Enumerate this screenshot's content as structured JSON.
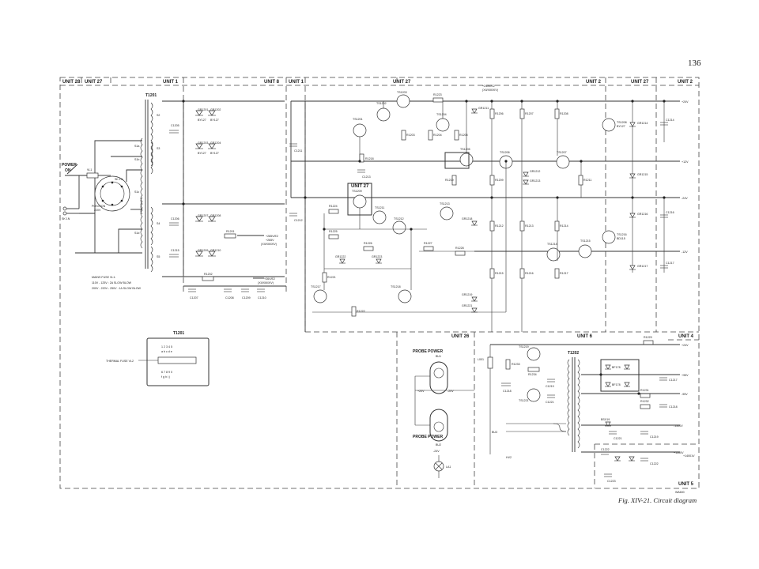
{
  "page_number": "136",
  "caption": "Fig. XIV-21. Circuit diagram",
  "footer_code": "WA600",
  "units": {
    "u28": "UNIT 28",
    "u27a": "UNIT 27",
    "u1a": "UNIT 1",
    "u8": "UNIT 8",
    "u1b": "UNIT 1",
    "u27b": "UNIT 27",
    "u2a": "UNIT 2",
    "u27c": "UNIT 27",
    "u2b": "UNIT 2",
    "u27d": "UNIT 27",
    "u26": "UNIT 26",
    "u6": "UNIT 6",
    "u4": "UNIT 4",
    "u5": "UNIT 5"
  },
  "transformer": {
    "ref": "T1201",
    "windings": [
      "S2",
      "S3",
      "S4",
      "S5",
      "S1a",
      "S1b",
      "S1c",
      "S1d"
    ]
  },
  "power_switch": {
    "label_1": "POWER",
    "label_2": "ON",
    "position_label": "POSITION",
    "position_value": "220V",
    "fuse": "VL1",
    "switch_ref": "SK 1N"
  },
  "mains_fuse": {
    "title": "MAINS FUSE VL1:",
    "line1": "110V - 125V : 2A SLOW BLOW",
    "line2": "200V - 220V - 250V : 1A SLOW BLOW"
  },
  "thermal_fuse": {
    "ref": "T1201",
    "label": "THERMAL FUSE VL2"
  },
  "probe_power": {
    "top": "PROBE POWER",
    "bottom": "PROBE POWER",
    "bu1": "BU1",
    "bu2": "BU2",
    "supply_plus": "+20V",
    "supply_minus": "-20V",
    "lamp_label": "LA1",
    "lamp_supply": "-24V"
  },
  "rails": {
    "r1": "+24V",
    "r2": "+12V",
    "r3": "-24V",
    "r4": "-12V",
    "r5": "+24V",
    "r6": "+95V",
    "r7": "-95V",
    "r8": "-1500V",
    "r9": "+1500V",
    "r10": "+14001V"
  },
  "outputs": {
    "o1": "+285V/E2",
    "o2": "+265V",
    "o3": "(XII/XIII/XIV)",
    "o4": "+26V/E2",
    "o5": "+245V/E2",
    "o6": "+22V/E2"
  },
  "semiconductors": {
    "tr1": "TS1201",
    "tr2": "TS1202",
    "tr3": "TS1203",
    "tr4": "TS1204",
    "tr5": "TS1205",
    "tr6": "TS1206",
    "tr7": "TS1207",
    "tr8": "TS1208",
    "tr9": "TS1209",
    "tr10": "TS1211",
    "tr11": "TS1212",
    "tr12": "TS1213",
    "tr13": "TS1214",
    "tr14": "TS1215",
    "tr15": "TS1216",
    "tr16": "TS1217",
    "tr17": "TS1218",
    "tr18": "TS1219",
    "tr19": "TS1221",
    "d1": "GR1201",
    "d2": "GR1202",
    "d3": "GR1203",
    "d4": "GR1204",
    "d5": "GR1205",
    "d6": "GR1206",
    "d7": "GR1207",
    "d8": "GR1208",
    "d9": "GR1209",
    "d10": "GR1210",
    "d11": "GR1211",
    "d12": "GR1212",
    "d13": "GR1213",
    "d14": "GR1214",
    "d15": "GR1215",
    "d16": "GR1216",
    "d17": "GR1217",
    "d18": "GR1218",
    "d19": "GR1219",
    "d20": "GR1221",
    "d21": "GR1222",
    "d22": "GR1223",
    "type1": "BY127",
    "type2": "BC107",
    "type3": "BD115",
    "type4": "BF178",
    "type5": "BSX19"
  },
  "passives": {
    "c1": "C1205",
    "c2": "C1206",
    "c3": "C1207",
    "c4": "C1208",
    "c5": "C1209",
    "c6": "C1210",
    "c7": "C1211",
    "c8": "C1212",
    "c9": "C1213",
    "c10": "C1214",
    "c11": "C1215",
    "c12": "C1216",
    "c13": "C1217",
    "c14": "C1218",
    "c15": "C1219",
    "c16": "C1221",
    "c17": "C1222",
    "c18": "C1223",
    "r1": "R1201",
    "r2": "R1202",
    "r3": "R1203",
    "r4": "R1204",
    "r5": "R1205",
    "r6": "R1206",
    "r7": "R1207",
    "r8": "R1208",
    "r9": "R1209",
    "r10": "R1211",
    "r11": "R1212",
    "r12": "R1213",
    "r13": "R1214",
    "r14": "R1215",
    "r15": "R1216",
    "r16": "R1217",
    "r17": "R1218",
    "r18": "R1219",
    "r19": "R1221",
    "r20": "R1222",
    "r21": "R1223",
    "r22": "R1224",
    "r23": "R1225",
    "r24": "R1226",
    "r25": "R1227",
    "r26": "R1228",
    "r27": "R1229",
    "r28": "R1231",
    "r29": "R1232",
    "r30": "R1233",
    "r31": "R1234",
    "t2": "T1202",
    "lamp": "L001",
    "bu3": "BU3",
    "hv": "HV2"
  }
}
